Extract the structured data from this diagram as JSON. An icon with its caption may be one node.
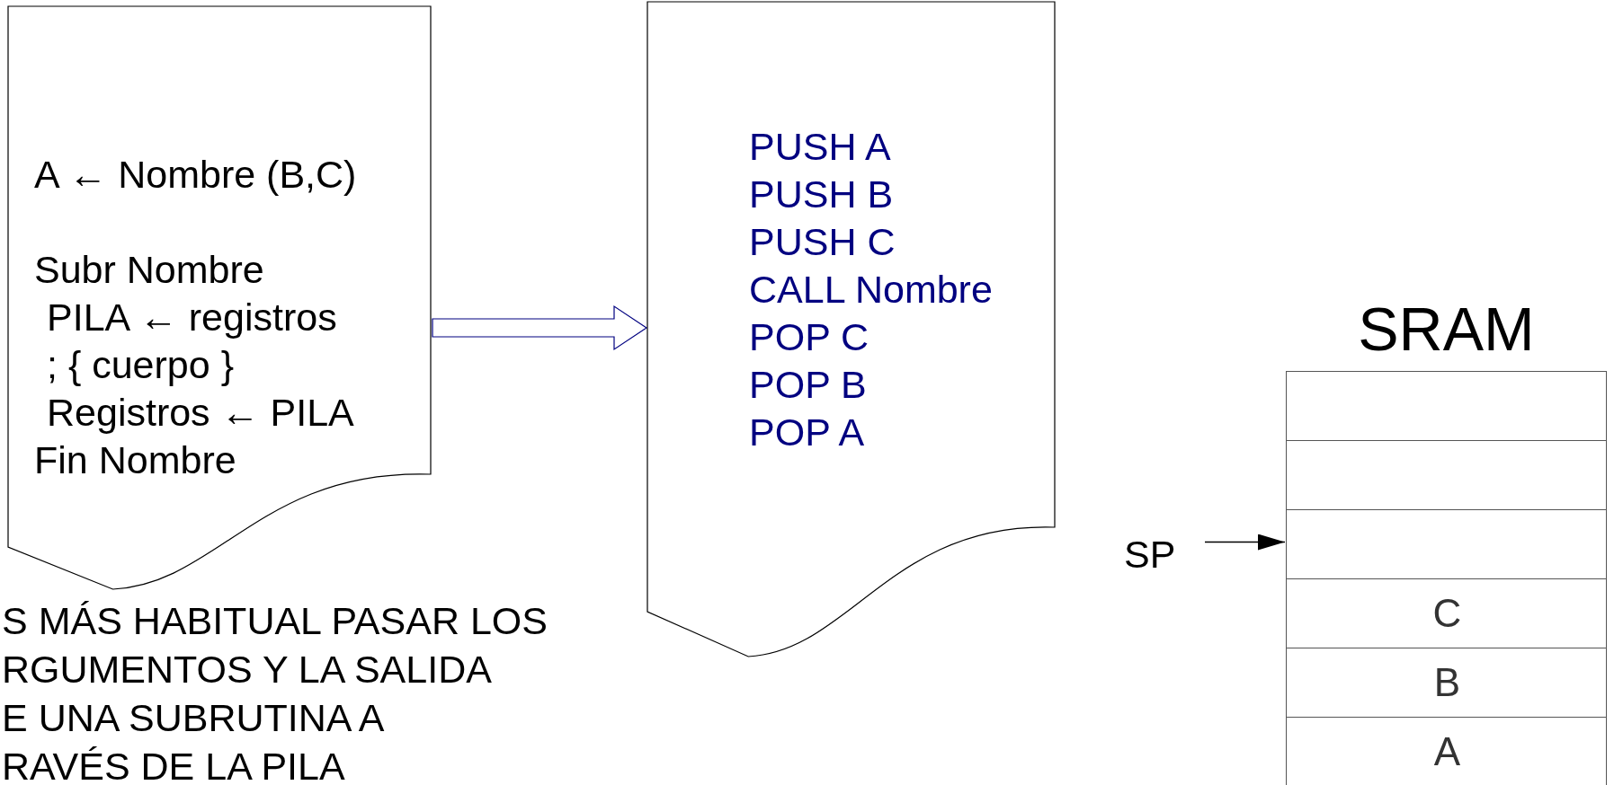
{
  "diagram": {
    "nodes": [
      {
        "text": [
          "A ← Nombre (B,C)",
          "Subr Nombre",
          "PILA ← registros",
          ";  { cuerpo }",
          "Registros ← PILA",
          "Fin Nombre"
        ]
      },
      {
        "text": [
          "PUSH A",
          "PUSH B",
          "PUSH C",
          "CALL Nombre",
          "POP C",
          "POP B",
          "POP A"
        ]
      },
      {
        "text": [
          "SRAM"
        ]
      },
      {
        "text": [],
        "shape": "box",
        "in": 2
      },
      {
        "text": [],
        "shape": "box",
        "in": 2
      },
      {
        "text": [],
        "shape": "box",
        "in": 2
      },
      {
        "text": [
          "C"
        ],
        "in": 2
      },
      {
        "text": [
          "B"
        ],
        "in": 2
      },
      {
        "text": [
          "A"
        ],
        "in": 2
      },
      {
        "text": [
          "SP"
        ]
      }
    ],
    "edges": [
      {
        "from": 0,
        "to": 1,
        "arrow": "to",
        "color": "#000080"
      },
      {
        "from": 9,
        "to": 5,
        "arrow": "to"
      }
    ],
    "labels": [
      "S MÁS HABITUAL PASAR LOS",
      "RGUMENTOS Y LA SALIDA",
      "E UNA SUBRUTINA A",
      "RAVÉS DE LA PILA"
    ]
  }
}
